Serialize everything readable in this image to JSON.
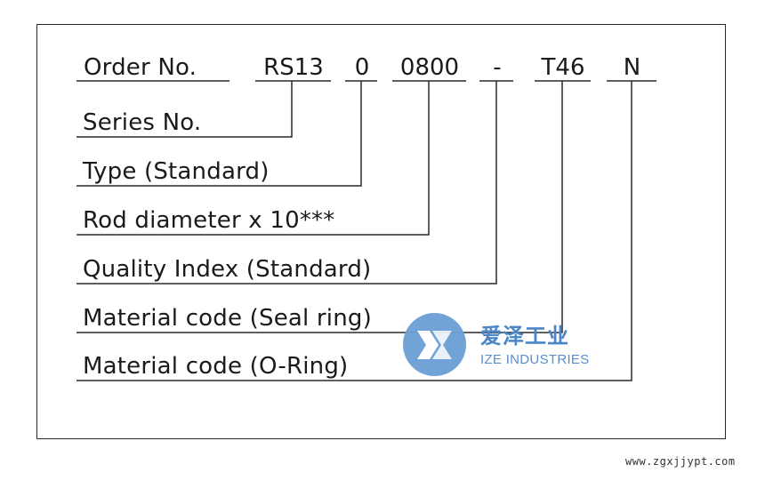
{
  "order": {
    "label": "Order No.",
    "segments": [
      "RS13",
      "0",
      "0800",
      "-",
      "T46",
      "N"
    ]
  },
  "fields": [
    "Series No.",
    "Type (Standard)",
    "Rod diameter x 10***",
    "Quality Index (Standard)",
    "Material code (Seal ring)",
    "Material code (O-Ring)"
  ],
  "watermark": {
    "brand_cn": "爱泽工业",
    "brand_en": "IZE INDUSTRIES",
    "url": "www.zgxjjypt.com"
  },
  "colors": {
    "lines": "#2a2a2a",
    "logo_blue": "#6b9fd4"
  }
}
